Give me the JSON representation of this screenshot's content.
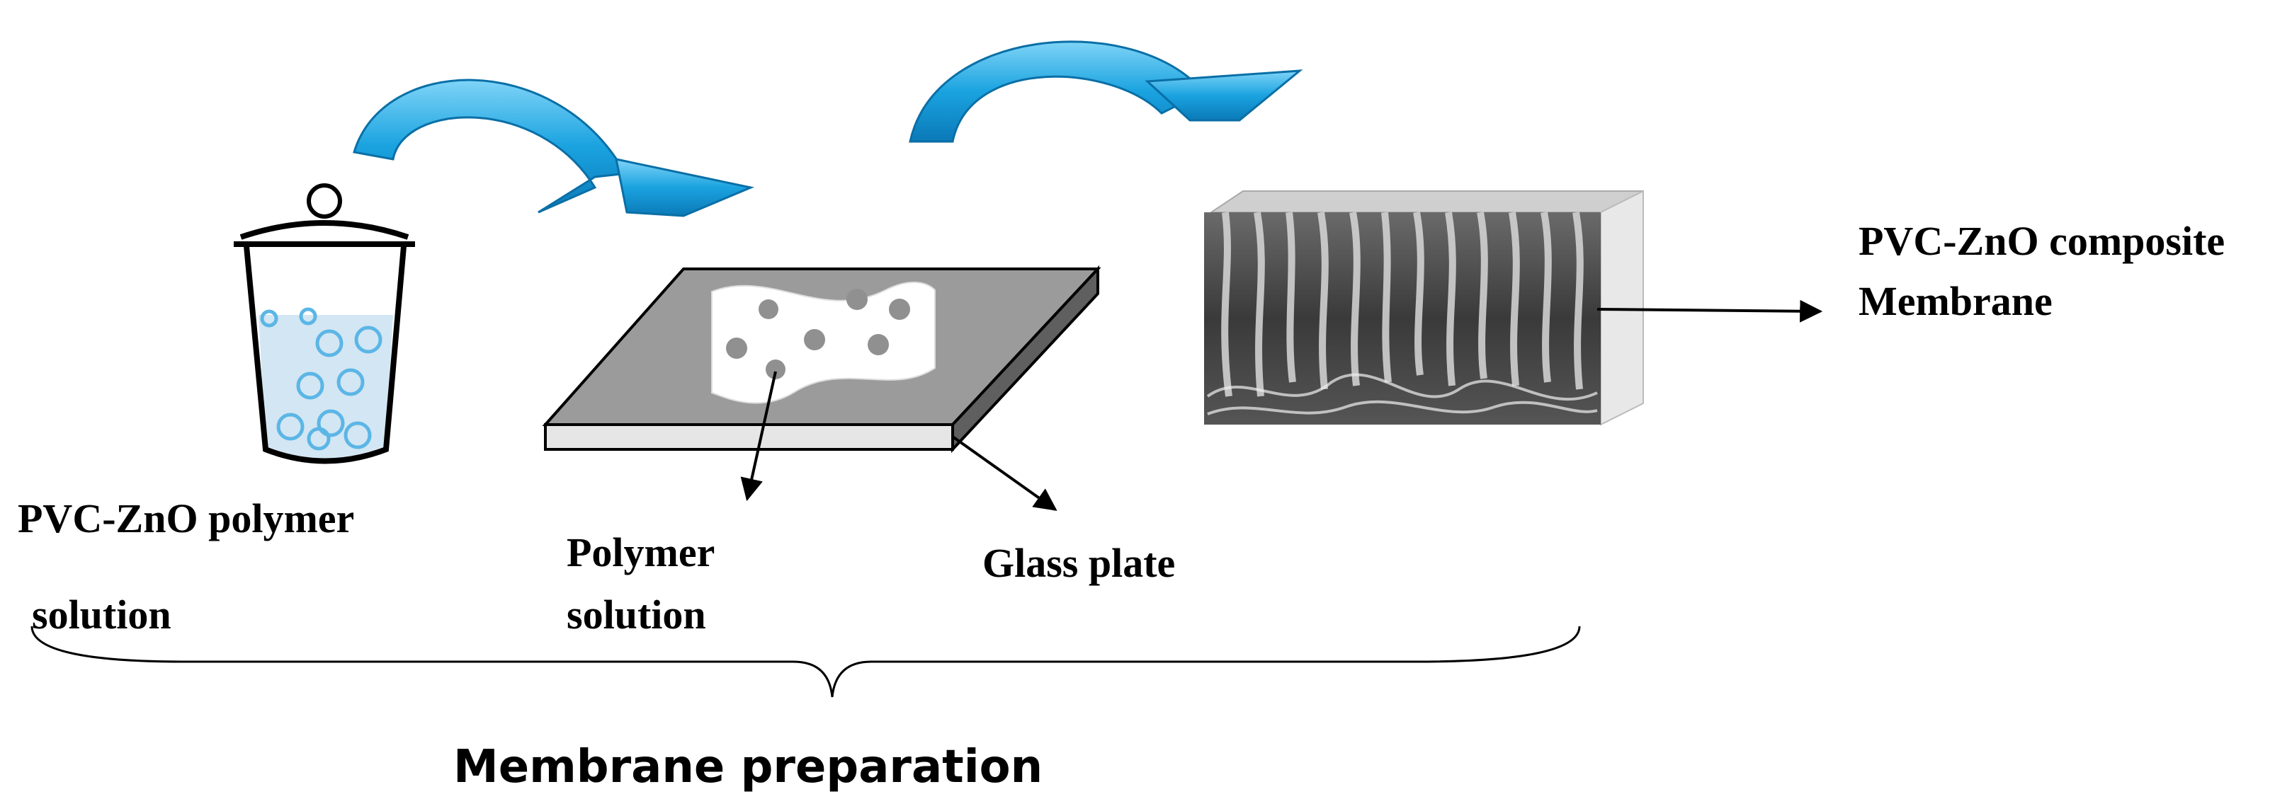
{
  "labels": {
    "beaker_line1": "PVC-ZnO polymer",
    "beaker_line2": "solution",
    "polymer_line1": "Polymer",
    "polymer_line2": "solution",
    "glass": "Glass plate",
    "membrane_line1": "PVC-ZnO composite",
    "membrane_line2": "Membrane",
    "section": "Membrane preparation"
  },
  "colors": {
    "arrow_fill": "#1AA3E0",
    "arrow_highlight": "#7FD4F7",
    "solution": "#D3E6F3",
    "bubble": "#5BB6E6",
    "plate_top": "#9B9B9B",
    "plate_edge": "#E6E6E6",
    "polymer_film": "#FFFFFF",
    "dots": "#909090"
  },
  "icons": [
    "beaker-icon",
    "curved-arrow-icon",
    "glass-plate-icon",
    "membrane-cross-section-icon"
  ]
}
